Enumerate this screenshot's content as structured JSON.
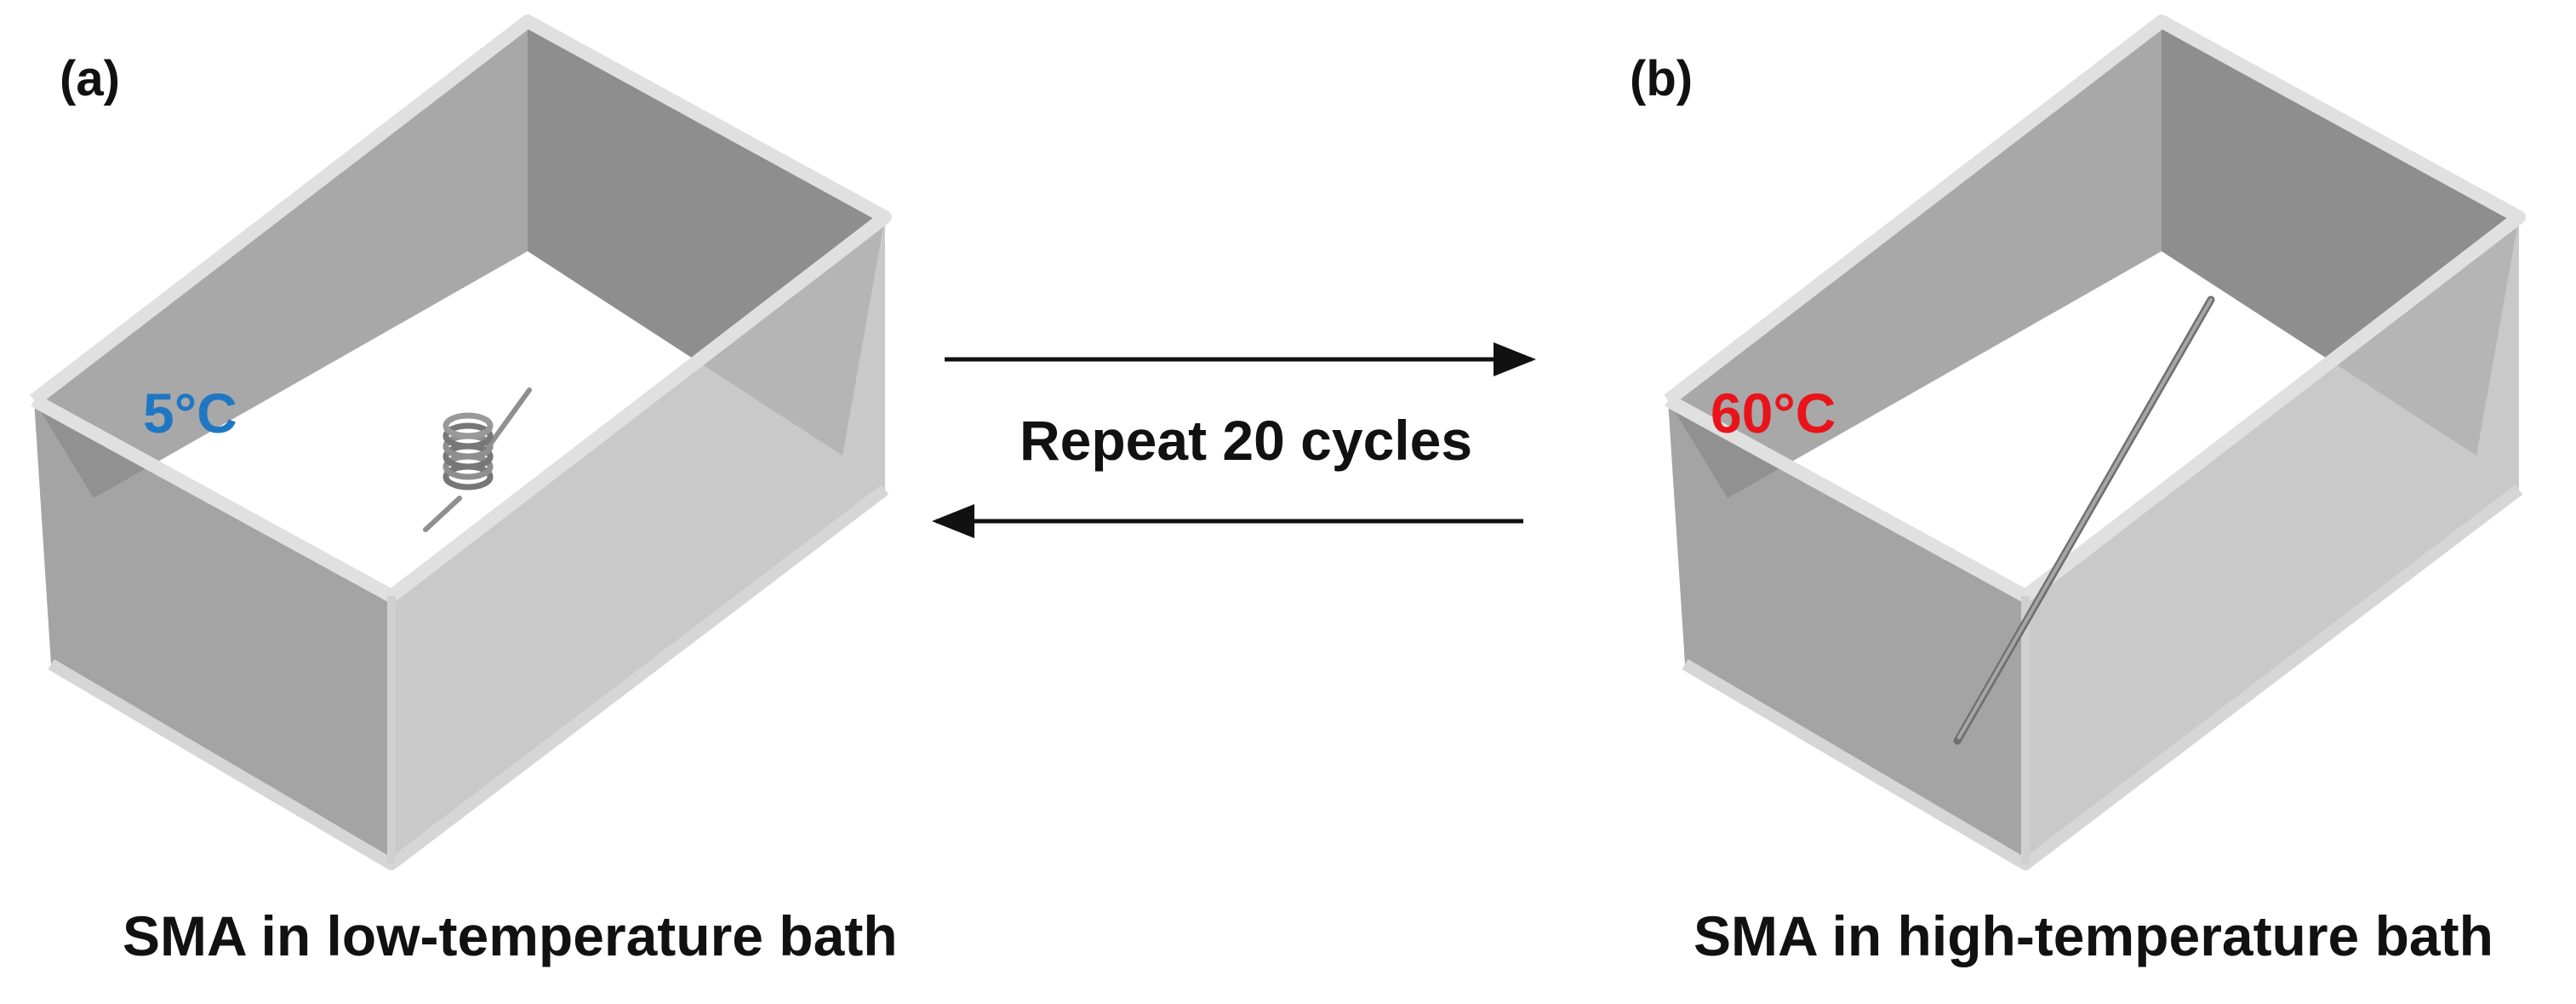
{
  "panels": [
    {
      "tag": "(a)",
      "temperature": "5°C",
      "temperature_color": "#1f77c4",
      "caption": "SMA in low-temperature bath",
      "wire_shape": "coiled-spring"
    },
    {
      "tag": "(b)",
      "temperature": "60°C",
      "temperature_color": "#e8141a",
      "caption": "SMA in high-temperature bath",
      "wire_shape": "straight-rod"
    }
  ],
  "transition": {
    "label": "Repeat 20 cycles",
    "arrows": [
      "right",
      "left"
    ]
  },
  "colors": {
    "tank_wall": "#9a9a9a",
    "tank_rim": "#dcdcdc",
    "wire": "#8f8f8f",
    "arrow": "#111111",
    "text": "#111111"
  }
}
